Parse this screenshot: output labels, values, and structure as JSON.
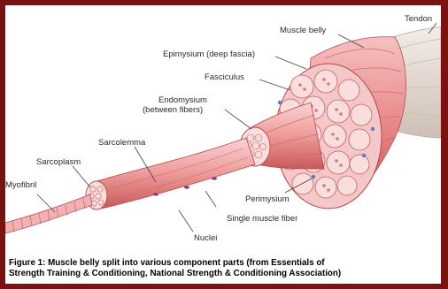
{
  "labels": {
    "muscle_belly": "Muscle belly",
    "tendon": "Tendon",
    "epimysium": "Epimysium (deep fascia)",
    "fasciculus": "Fasciculus",
    "endomysium_1": "Endomysium",
    "endomysium_2": "(between fibers)",
    "sarcolemma": "Sarcolemma",
    "sarcoplasm": "Sarcoplasm",
    "myofibril": "Myofibril",
    "perimysium": "Perimysium",
    "single_fiber": "Single muscle fiber",
    "nuclei": "Nuclei"
  },
  "caption": {
    "line1": "Figure 1: Muscle belly split into various component parts (from Essentials of",
    "line2": "Strength Training & Conditioning, National Strength & Conditioning Association)"
  },
  "colors": {
    "frame": "#7a1212",
    "muscle_light": "#f4b5b5",
    "muscle_mid": "#e98c8c",
    "muscle_dark": "#cf6060",
    "tendon": "#e9e0d8"
  }
}
